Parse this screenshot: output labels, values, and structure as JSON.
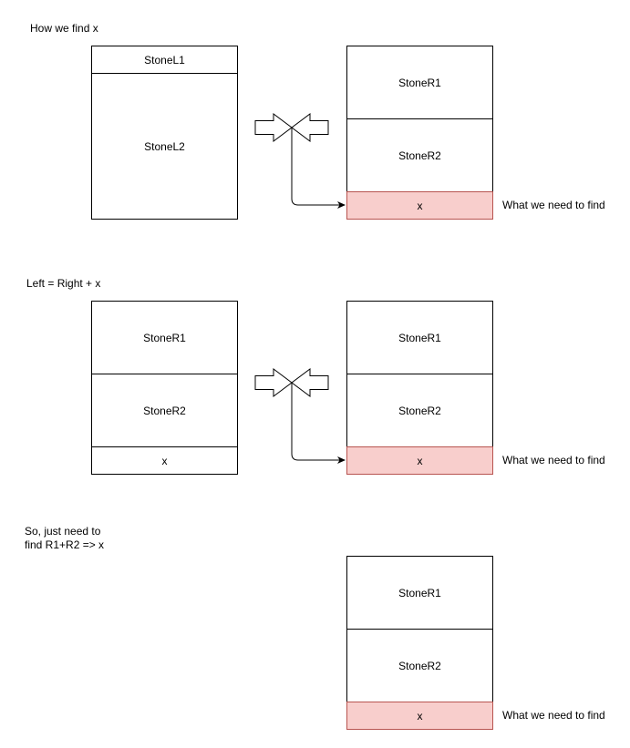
{
  "section1": {
    "caption": "How we find x",
    "left_stack": [
      "StoneL1",
      "StoneL2"
    ],
    "right_stack": [
      "StoneR1",
      "StoneR2",
      "x"
    ],
    "note": "What we need to find"
  },
  "section2": {
    "caption": "Left = Right + x",
    "left_stack": [
      "StoneR1",
      "StoneR2",
      "x"
    ],
    "right_stack": [
      "StoneR1",
      "StoneR2",
      "x"
    ],
    "note": "What we need to find"
  },
  "section3": {
    "caption": "So, just need to\nfind R1+R2 => x",
    "right_stack": [
      "StoneR1",
      "StoneR2",
      "x"
    ],
    "note": "What we need to find"
  },
  "colors": {
    "highlight_fill": "#f8cecc",
    "highlight_stroke": "#b85450",
    "stroke": "#000000"
  }
}
